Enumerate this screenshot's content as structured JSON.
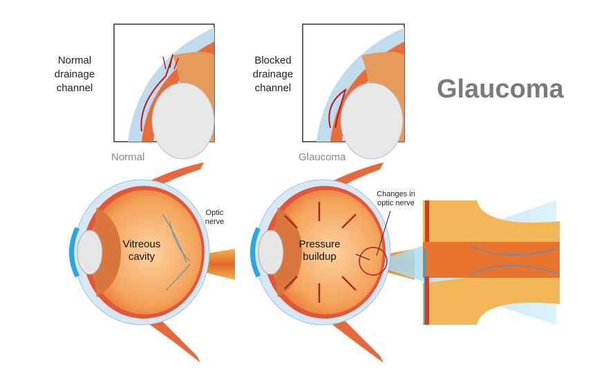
{
  "title": "Glaucoma",
  "insets": {
    "normal_label": [
      "Normal",
      "drainage",
      "channel"
    ],
    "blocked_label": [
      "Blocked",
      "drainage",
      "channel"
    ]
  },
  "sections": {
    "normal": "Normal",
    "glaucoma": "Glaucoma"
  },
  "normal_eye": {
    "cavity": [
      "Vitreous",
      "cavity"
    ],
    "nerve": [
      "Optic",
      "nerve"
    ]
  },
  "glaucoma_eye": {
    "pressure": [
      "Pressure",
      "buildup"
    ],
    "changes": [
      "Changes in",
      "optic nerve"
    ]
  },
  "colors": {
    "title": "#7a7a7a",
    "eye_orange": "#f08a3c",
    "sclera": "#cfe3f0",
    "cornea_blue": "#2aa6e0",
    "arrow": "#a52a1a"
  }
}
